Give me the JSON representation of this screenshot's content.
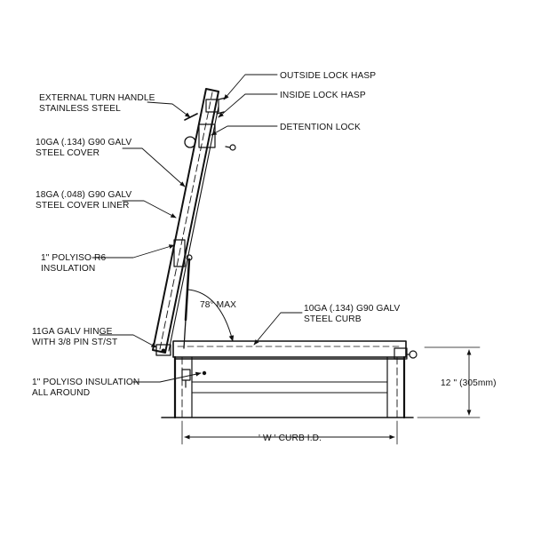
{
  "labels": {
    "outside_lock_hasp": "OUTSIDE LOCK HASP",
    "inside_lock_hasp": "INSIDE LOCK HASP",
    "detention_lock": "DETENTION LOCK",
    "turn_handle_1": "EXTERNAL TURN HANDLE",
    "turn_handle_2": "STAINLESS STEEL",
    "cover_1": "10GA (.134) G90 GALV",
    "cover_2": "STEEL  COVER",
    "liner_1": "18GA (.048) G90 GALV",
    "liner_2": "STEEL COVER LINER",
    "polyiso_1": "1\" POLYISO R6",
    "polyiso_2": "INSULATION",
    "hinge_1": "11GA GALV HINGE",
    "hinge_2": "WITH 3/8  PIN ST/ST",
    "all_around_1": "1\" POLYISO INSULATION",
    "all_around_2": "ALL AROUND",
    "curb_1": "10GA (.134) G90 GALV",
    "curb_2": "STEEL CURB",
    "angle": "78°  MAX",
    "height_dim": "12 \" (305mm)",
    "width_dim": "' W ' CURB I.D."
  },
  "colors": {
    "line": "#111111",
    "background": "#ffffff"
  }
}
